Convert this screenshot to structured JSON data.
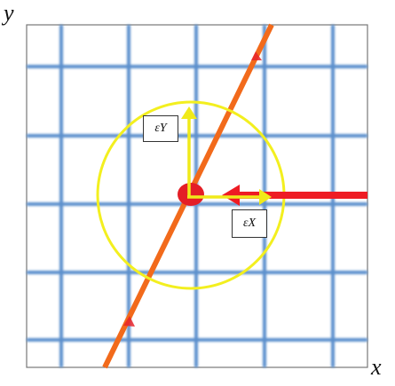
{
  "axes": {
    "x_label": "x",
    "y_label": "y"
  },
  "labels": {
    "eps_y": "εY",
    "eps_x": "εX"
  },
  "colors": {
    "grid": "#5b8fcc",
    "frame": "#777777",
    "line": "#f26a1b",
    "line_marker": "#e8232a",
    "ray": "#ee1c24",
    "point": "#e41e26",
    "circle": "#f3ef1f",
    "vector": "#f0ea1a"
  }
}
